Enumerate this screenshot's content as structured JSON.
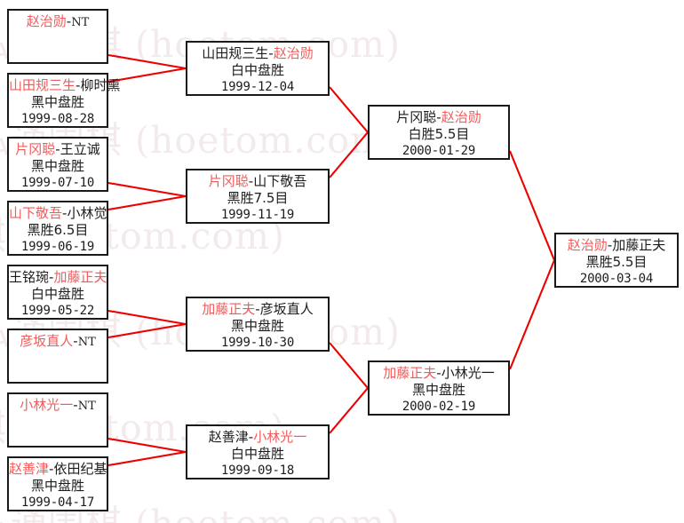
{
  "meta": {
    "title": "围棋淘汰赛对阵表",
    "line_color": "#ee0000",
    "winner_color": "#f25b5b",
    "text_color": "#1c1c1c",
    "border_color": "#1a1a1a",
    "background": "#ffffff",
    "watermark_color": "#f3eaea"
  },
  "watermark": {
    "text": "弘通围棋 (hoetom.com)"
  },
  "rounds": [
    {
      "name": "round-1",
      "matches": [
        {
          "id": "r1m1",
          "left": "赵治勋",
          "left_win": true,
          "right": "NT",
          "right_win": false,
          "right_is_tag": true,
          "result": "",
          "date": ""
        },
        {
          "id": "r1m2",
          "left": "山田规三生",
          "left_win": true,
          "right": "柳时熏",
          "right_win": false,
          "right_is_tag": false,
          "result": "黑中盘胜",
          "date": "1999-08-28"
        },
        {
          "id": "r1m3",
          "left": "片冈聪",
          "left_win": true,
          "right": "王立诚",
          "right_win": false,
          "right_is_tag": false,
          "result": "黑中盘胜",
          "date": "1999-07-10"
        },
        {
          "id": "r1m4",
          "left": "山下敬吾",
          "left_win": true,
          "right": "小林觉",
          "right_win": false,
          "right_is_tag": false,
          "result": "黑胜6.5目",
          "date": "1999-06-19"
        },
        {
          "id": "r1m5",
          "left": "王铭琬",
          "left_win": false,
          "right": "加藤正夫",
          "right_win": true,
          "right_is_tag": false,
          "result": "白中盘胜",
          "date": "1999-05-22"
        },
        {
          "id": "r1m6",
          "left": "彦坂直人",
          "left_win": true,
          "right": "NT",
          "right_win": false,
          "right_is_tag": true,
          "result": "",
          "date": ""
        },
        {
          "id": "r1m7",
          "left": "小林光一",
          "left_win": true,
          "right": "NT",
          "right_win": false,
          "right_is_tag": true,
          "result": "",
          "date": ""
        },
        {
          "id": "r1m8",
          "left": "赵善津",
          "left_win": true,
          "right": "依田纪基",
          "right_win": false,
          "right_is_tag": false,
          "result": "黑中盘胜",
          "date": "1999-04-17"
        }
      ]
    },
    {
      "name": "round-2",
      "matches": [
        {
          "id": "r2m1",
          "left": "山田规三生",
          "left_win": false,
          "right": "赵治勋",
          "right_win": true,
          "right_is_tag": false,
          "result": "白中盘胜",
          "date": "1999-12-04"
        },
        {
          "id": "r2m2",
          "left": "片冈聪",
          "left_win": true,
          "right": "山下敬吾",
          "right_win": false,
          "right_is_tag": false,
          "result": "黑胜7.5目",
          "date": "1999-11-19"
        },
        {
          "id": "r2m3",
          "left": "加藤正夫",
          "left_win": true,
          "right": "彦坂直人",
          "right_win": false,
          "right_is_tag": false,
          "result": "黑中盘胜",
          "date": "1999-10-30"
        },
        {
          "id": "r2m4",
          "left": "赵善津",
          "left_win": false,
          "right": "小林光一",
          "right_win": true,
          "right_is_tag": false,
          "result": "白中盘胜",
          "date": "1999-09-18"
        }
      ]
    },
    {
      "name": "semifinal",
      "matches": [
        {
          "id": "r3m1",
          "left": "片冈聪",
          "left_win": false,
          "right": "赵治勋",
          "right_win": true,
          "right_is_tag": false,
          "result": "白胜5.5目",
          "date": "2000-01-29"
        },
        {
          "id": "r3m2",
          "left": "加藤正夫",
          "left_win": true,
          "right": "小林光一",
          "right_win": false,
          "right_is_tag": false,
          "result": "黑中盘胜",
          "date": "2000-02-19"
        }
      ]
    },
    {
      "name": "final",
      "matches": [
        {
          "id": "r4m1",
          "left": "赵治勋",
          "left_win": true,
          "right": "加藤正夫",
          "right_win": false,
          "right_is_tag": false,
          "result": "黑胜5.5目",
          "date": "2000-03-04"
        }
      ]
    }
  ]
}
